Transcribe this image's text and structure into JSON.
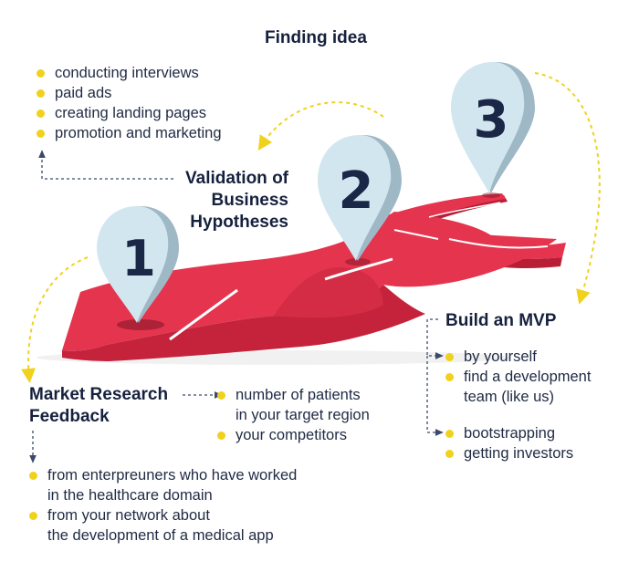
{
  "title": "Finding idea",
  "validation": {
    "heading": "Validation of\nBusiness\nHypotheses",
    "items": [
      "conducting interviews",
      "paid ads",
      "creating landing pages",
      "promotion and marketing"
    ]
  },
  "market": {
    "heading": "Market Research\nFeedback",
    "side_items": [
      "number of patients\nin your target region",
      "your competitors"
    ],
    "bottom_items": [
      "from enterpreuners who have worked\nin the healthcare domain",
      "from your network about\nthe development of a medical app"
    ]
  },
  "mvp": {
    "heading": "Build an MVP",
    "group1": [
      "by yourself",
      "find a development\nteam (like us)"
    ],
    "group2": [
      "bootstrapping",
      "getting investors"
    ]
  },
  "pins": [
    {
      "label": "1"
    },
    {
      "label": "2"
    },
    {
      "label": "3"
    }
  ],
  "colors": {
    "road": "#e5344e",
    "road_dark": "#b81f37",
    "pin": "#d2e6ef",
    "pin_shade": "#9fb8c6",
    "bullet": "#f0d21c",
    "arrow": "#f0d21c",
    "text": "#1f2a44",
    "connector": "#4a5a7a"
  }
}
